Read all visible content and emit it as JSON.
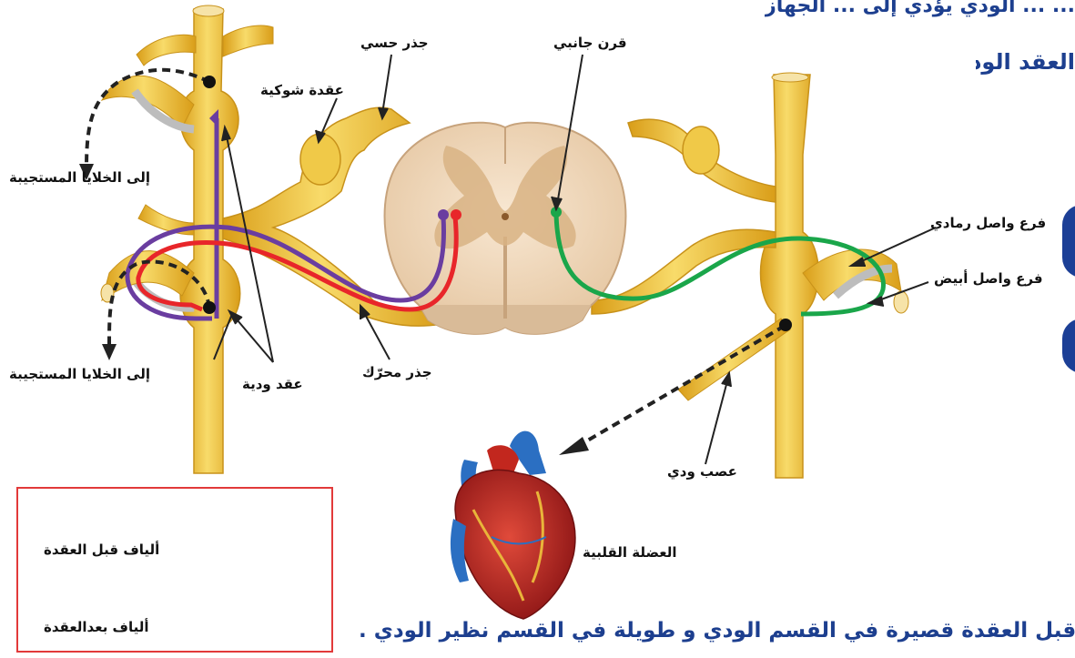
{
  "banners": {
    "top_line_1": "... ... الودي يؤدي إلى ... الجهاز الودي ...",
    "top_line_2": "العقد الودية .",
    "bottom": "الألياف من قبل العقدة قصيرة في القسم الودي و طويلة في القسم نظير الودي ."
  },
  "labels": {
    "sensory_root": "جذر حسي",
    "spinal_ganglion": "عقدة شوكية",
    "lateral_horn": "قرن جانبي",
    "to_effector_cells_top": "إلى الخلايا المستجيبة",
    "to_effector_cells_bottom": "إلى الخلايا المستجيبة",
    "sympathetic_ganglia": "عقد ودية",
    "motor_root": "جذر محرّك",
    "gray_ramus": "فرع واصل رمادي",
    "white_ramus": "فرع واصل أبيض",
    "sympathetic_nerve": "عصب ودي",
    "cardiac_muscle": "العضلة القلبية"
  },
  "legend": {
    "preganglionic": "ألياف قبل العقدة",
    "postganglionic": "ألياف بعدالعقدة",
    "fiber_colors": [
      "#1aa64a",
      "#e8262a",
      "#6a3da0"
    ]
  },
  "colors": {
    "nerve": "#e7b52b",
    "nerve_light": "#f6d766",
    "cord": "#f3dcc0",
    "gray_matter": "#dcb58b",
    "green_fiber": "#1aa64a",
    "red_fiber": "#e8262a",
    "purple_fiber": "#6a3da0",
    "banner_text": "#1d3f8f",
    "legend_border": "#e23a3a"
  }
}
